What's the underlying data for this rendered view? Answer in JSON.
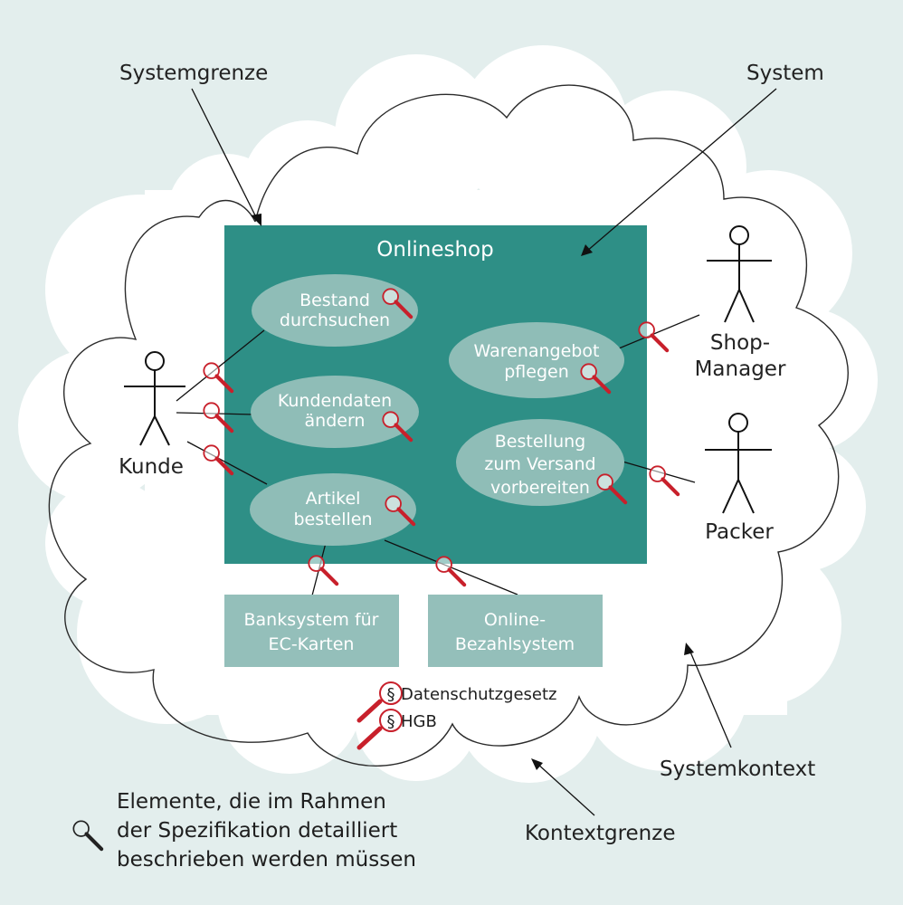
{
  "colors": {
    "background": "#e3eeed",
    "cloud_fill": "#ffffff",
    "system_fill": "#2e8f86",
    "usecase_fill": "#8fbdb7",
    "external_fill": "#94bfba",
    "magnifier_red": "#c8202b",
    "text_dark": "#222222"
  },
  "labels": {
    "systemgrenze": "Systemgrenze",
    "system": "System",
    "systemkontext": "Systemkontext",
    "kontextgrenze": "Kontextgrenze"
  },
  "system": {
    "title": "Onlineshop"
  },
  "use_cases": [
    {
      "id": "bestand",
      "lines": [
        "Bestand",
        "durchsuchen"
      ]
    },
    {
      "id": "kundendaten",
      "lines": [
        "Kundendaten",
        "ändern"
      ]
    },
    {
      "id": "artikel",
      "lines": [
        "Artikel",
        "bestellen"
      ]
    },
    {
      "id": "warenangebot",
      "lines": [
        "Warenangebot",
        "pflegen"
      ]
    },
    {
      "id": "bestellung",
      "lines": [
        "Bestellung",
        "zum Versand",
        "vorbereiten"
      ]
    }
  ],
  "actors": [
    {
      "id": "kunde",
      "lines": [
        "Kunde"
      ]
    },
    {
      "id": "shopmanager",
      "lines": [
        "Shop-",
        "Manager"
      ]
    },
    {
      "id": "packer",
      "lines": [
        "Packer"
      ]
    }
  ],
  "external_systems": [
    {
      "id": "bank",
      "lines": [
        "Banksystem für",
        "EC-Karten"
      ]
    },
    {
      "id": "bezahl",
      "lines": [
        "Online-",
        "Bezahlsystem"
      ]
    }
  ],
  "laws": {
    "symbol": "§",
    "items": [
      "Datenschutzgesetz",
      "HGB"
    ]
  },
  "legend": {
    "icon": "magnifier-icon",
    "lines": [
      "Elemente, die im Rahmen",
      "der Spezifikation detailliert",
      "beschrieben werden müssen"
    ]
  }
}
